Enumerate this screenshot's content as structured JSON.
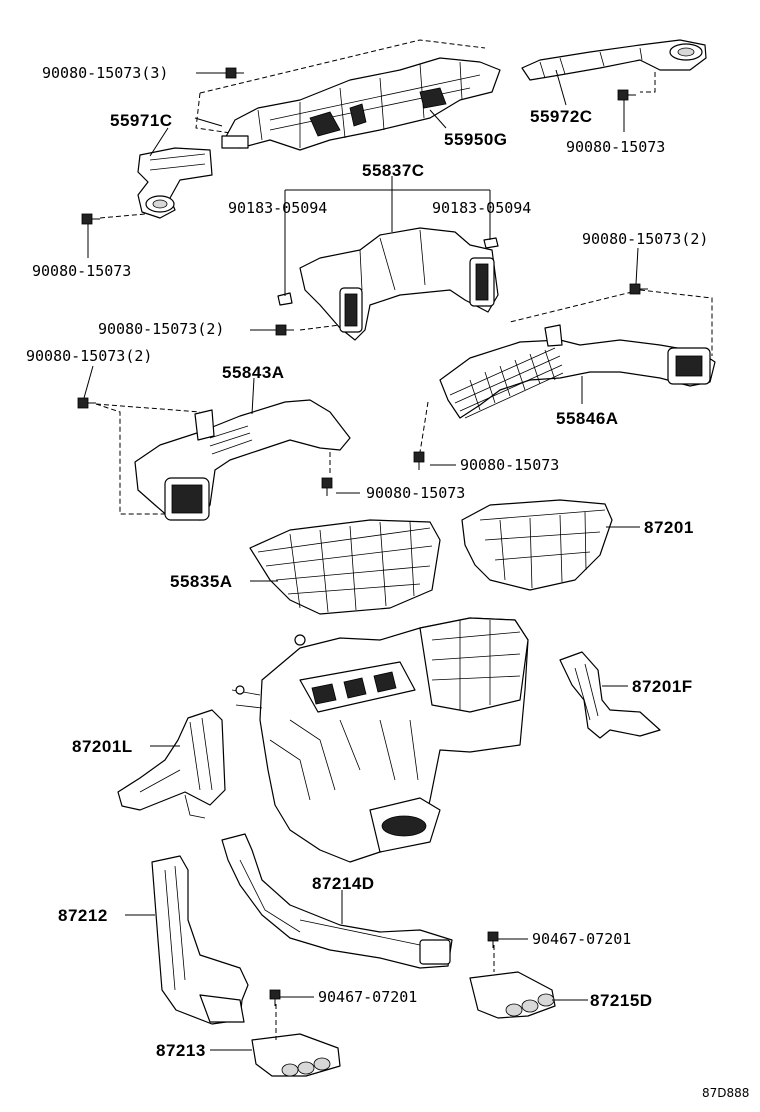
{
  "labels": {
    "l_900801_3": "90080-15073(3)",
    "l_55971C": "55971C",
    "l_55950G": "55950G",
    "l_55972C": "55972C",
    "l_900801_b": "90080-15073",
    "l_900801_c": "90080-15073",
    "l_55837C": "55837C",
    "l_901830_a": "90183-05094",
    "l_901830_b": "90183-05094",
    "l_900801_2a": "90080-15073(2)",
    "l_900801_2b": "90080-15073(2)",
    "l_900801_2c": "90080-15073(2)",
    "l_55843A": "55843A",
    "l_55846A": "55846A",
    "l_900801_d": "90080-15073",
    "l_900801_e": "90080-15073",
    "l_87201": "87201",
    "l_55835A": "55835A",
    "l_87201F": "87201F",
    "l_87201L": "87201L",
    "l_87214D": "87214D",
    "l_87212": "87212",
    "l_904670_a": "90467-07201",
    "l_904670_b": "90467-07201",
    "l_87215D": "87215D",
    "l_87213": "87213",
    "code": "87D888"
  }
}
